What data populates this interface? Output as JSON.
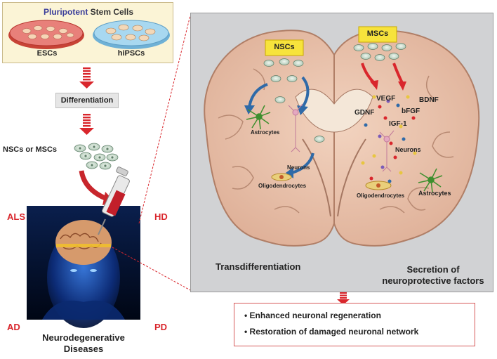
{
  "stem_cells": {
    "title_highlight": "Pluripotent",
    "title_rest": "Stem Cells",
    "dish_left": "ESCs",
    "dish_right": "hiPSCs"
  },
  "left_flow": {
    "differentiation": "Differentiation",
    "nsc_msc": "NSCs or MSCs"
  },
  "diseases": {
    "als": "ALS",
    "hd": "HD",
    "ad": "AD",
    "pd": "PD",
    "caption_line1": "Neurodegenerative",
    "caption_line2": "Diseases"
  },
  "brain_panel": {
    "nscs_tag": "NSCs",
    "mscs_tag": "MSCs",
    "left": {
      "astrocytes": "Astrocytes",
      "neurons": "Neurons",
      "oligodendrocytes": "Oligodendrocytes",
      "mechanism": "Transdifferentiation"
    },
    "right": {
      "vegf": "VEGF",
      "bdnf": "BDNF",
      "gdnf": "GDNF",
      "bfgf": "bFGF",
      "igf1": "IGF-1",
      "neurons": "Neurons",
      "oligodendrocytes": "Oligodendrocytes",
      "astrocytes": "Astrocytes",
      "mechanism_line1": "Secretion of",
      "mechanism_line2": "neuroprotective factors"
    }
  },
  "outcomes": [
    "Enhanced neuronal regeneration",
    "Restoration of damaged neuronal network"
  ],
  "colors": {
    "arrow_red": "#d9262c",
    "arrow_blue": "#2f6aa8",
    "tag_yellow": "#f7e33c",
    "pluripotent_blue": "#3a3d9a"
  }
}
